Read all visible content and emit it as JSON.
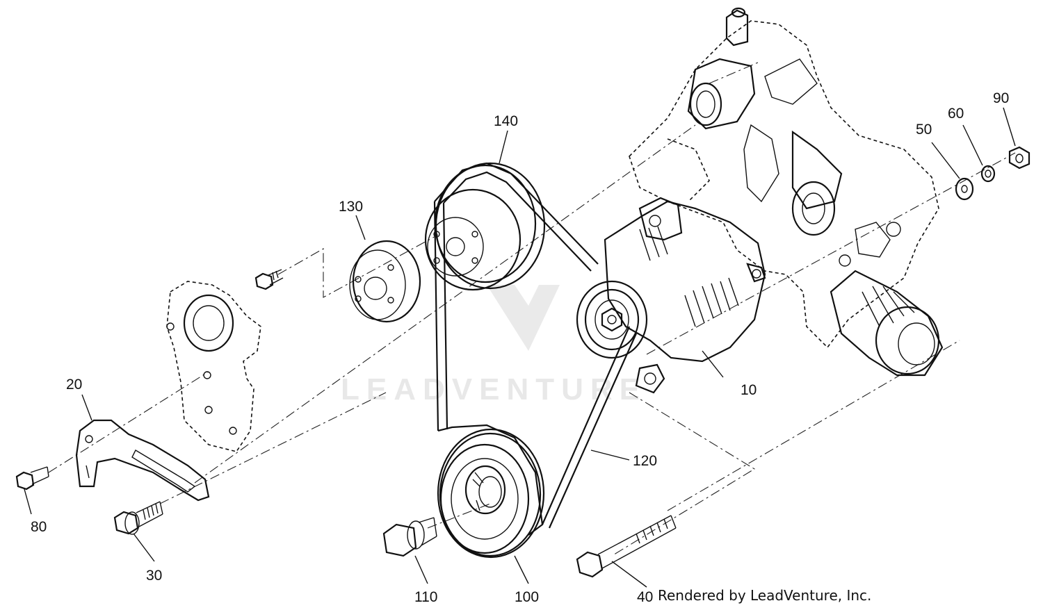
{
  "diagram": {
    "callouts": {
      "p10": "10",
      "p20": "20",
      "p30": "30",
      "p40": "40",
      "p50": "50",
      "p60": "60",
      "p80": "80",
      "p90": "90",
      "p100": "100",
      "p110": "110",
      "p120": "120",
      "p130": "130",
      "p140": "140"
    },
    "credit": "Rendered by LeadVenture, Inc.",
    "watermark": "LEADVENTURE"
  }
}
